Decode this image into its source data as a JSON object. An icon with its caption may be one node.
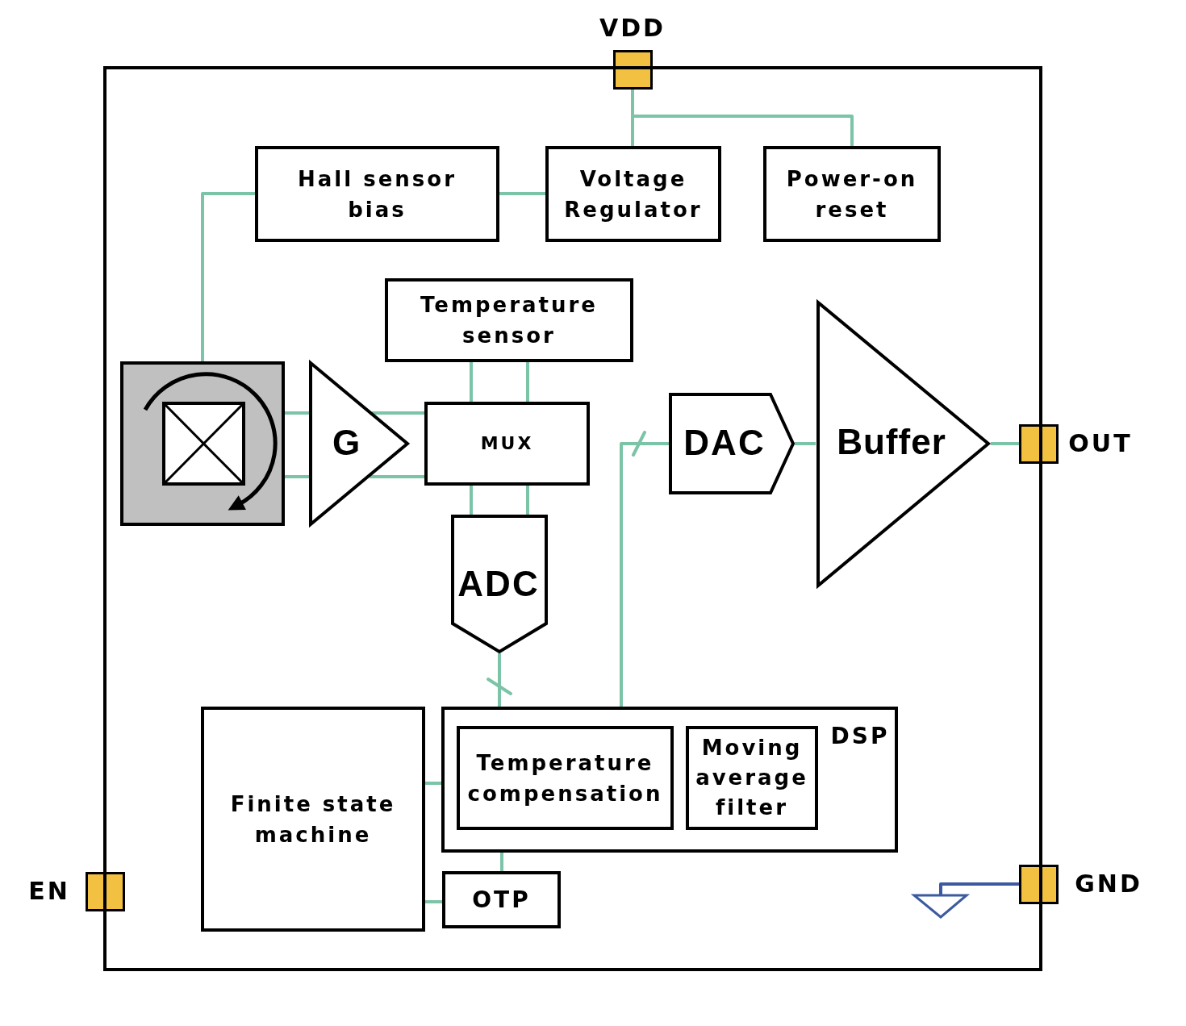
{
  "diagram": {
    "nodes": [
      {
        "text": [],
        "shape": "box"
      },
      {
        "text": [],
        "shape": "box",
        "beside": [
          "VDD"
        ]
      },
      {
        "text": [
          "Hall sensor bias"
        ],
        "in": 0
      },
      {
        "text": [
          "Voltage Regulator"
        ],
        "in": 0
      },
      {
        "text": [
          "Power-on reset"
        ],
        "in": 0
      },
      {
        "text": [
          "Temperature sensor"
        ],
        "in": 0
      },
      {
        "text": [],
        "shape": "picture",
        "in": 0
      },
      {
        "text": [
          "G"
        ],
        "in": 0
      },
      {
        "text": [
          "MUX"
        ],
        "in": 0
      },
      {
        "text": [
          "DAC"
        ],
        "in": 0
      },
      {
        "text": [
          "Buffer"
        ],
        "in": 0
      },
      {
        "text": [],
        "shape": "box",
        "beside": [
          "OUT"
        ]
      },
      {
        "text": [
          "ADC"
        ],
        "in": 0
      },
      {
        "text": [
          "Finite state machine"
        ],
        "in": 0
      },
      {
        "text": [
          "DSP"
        ],
        "in": 0
      },
      {
        "text": [
          "Temperature compensation"
        ],
        "in": 14
      },
      {
        "text": [
          "Moving average filter"
        ],
        "in": 14
      },
      {
        "text": [],
        "shape": "box",
        "beside": [
          "EN"
        ]
      },
      {
        "text": [
          "OTP"
        ],
        "in": 0
      },
      {
        "text": [],
        "shape": "triangle",
        "in": 0
      },
      {
        "text": [],
        "shape": "box",
        "beside": [
          "GND"
        ]
      }
    ],
    "edges": [
      {
        "from": 1,
        "to": 3,
        "arrow": "none"
      },
      {
        "from": 1,
        "to": 4,
        "arrow": "none"
      },
      {
        "from": 3,
        "to": 2,
        "arrow": "none"
      },
      {
        "from": 2,
        "to": 6,
        "arrow": "none"
      },
      {
        "from": 6,
        "to": 7,
        "arrow": "none"
      },
      {
        "from": 6,
        "to": 7,
        "arrow": "none"
      },
      {
        "from": 7,
        "to": 8,
        "arrow": "none"
      },
      {
        "from": 7,
        "to": 8,
        "arrow": "none"
      },
      {
        "from": 5,
        "to": 8,
        "arrow": "none"
      },
      {
        "from": 5,
        "to": 8,
        "arrow": "none"
      },
      {
        "from": 8,
        "to": 12,
        "arrow": "none"
      },
      {
        "from": 8,
        "to": 12,
        "arrow": "none"
      },
      {
        "from": 12,
        "to": 14,
        "arrow": "none"
      },
      {
        "from": 14,
        "to": 9,
        "arrow": "none"
      },
      {
        "from": 9,
        "to": 10,
        "arrow": "none"
      },
      {
        "from": 10,
        "to": 11,
        "arrow": "none"
      },
      {
        "from": 13,
        "to": 14,
        "arrow": "none"
      },
      {
        "from": 13,
        "to": 18,
        "arrow": "none"
      },
      {
        "from": 14,
        "to": 18,
        "arrow": "none"
      },
      {
        "from": 20,
        "to": 19,
        "arrow": "none",
        "color": "#3b5aa0"
      }
    ]
  }
}
